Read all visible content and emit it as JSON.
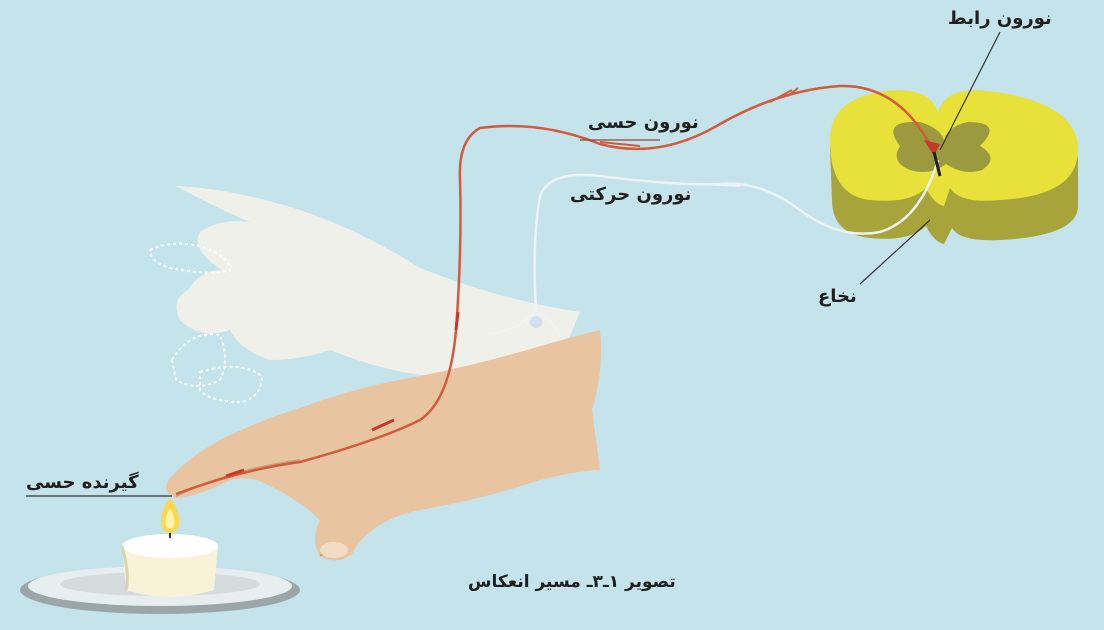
{
  "labels": {
    "interneuron": "نورون رابط",
    "sensory_neuron": "نورون حسی",
    "motor_neuron": "نورون حرکتی",
    "spinal_cord": "نخاع",
    "sensory_receptor": "گیرنده حسی"
  },
  "caption": "تصویر ۱ـ۳ـ مسیر انعکاس",
  "colors": {
    "background": "#c4e3ea",
    "spinal_cord": "#e7e13a",
    "grey_matter": "#9c9a3e",
    "sensory_path": "#d45a3c",
    "motor_path": "#eef3f4",
    "skin": "#e9c4a0",
    "ghost_hand": "#f3f1ea"
  }
}
